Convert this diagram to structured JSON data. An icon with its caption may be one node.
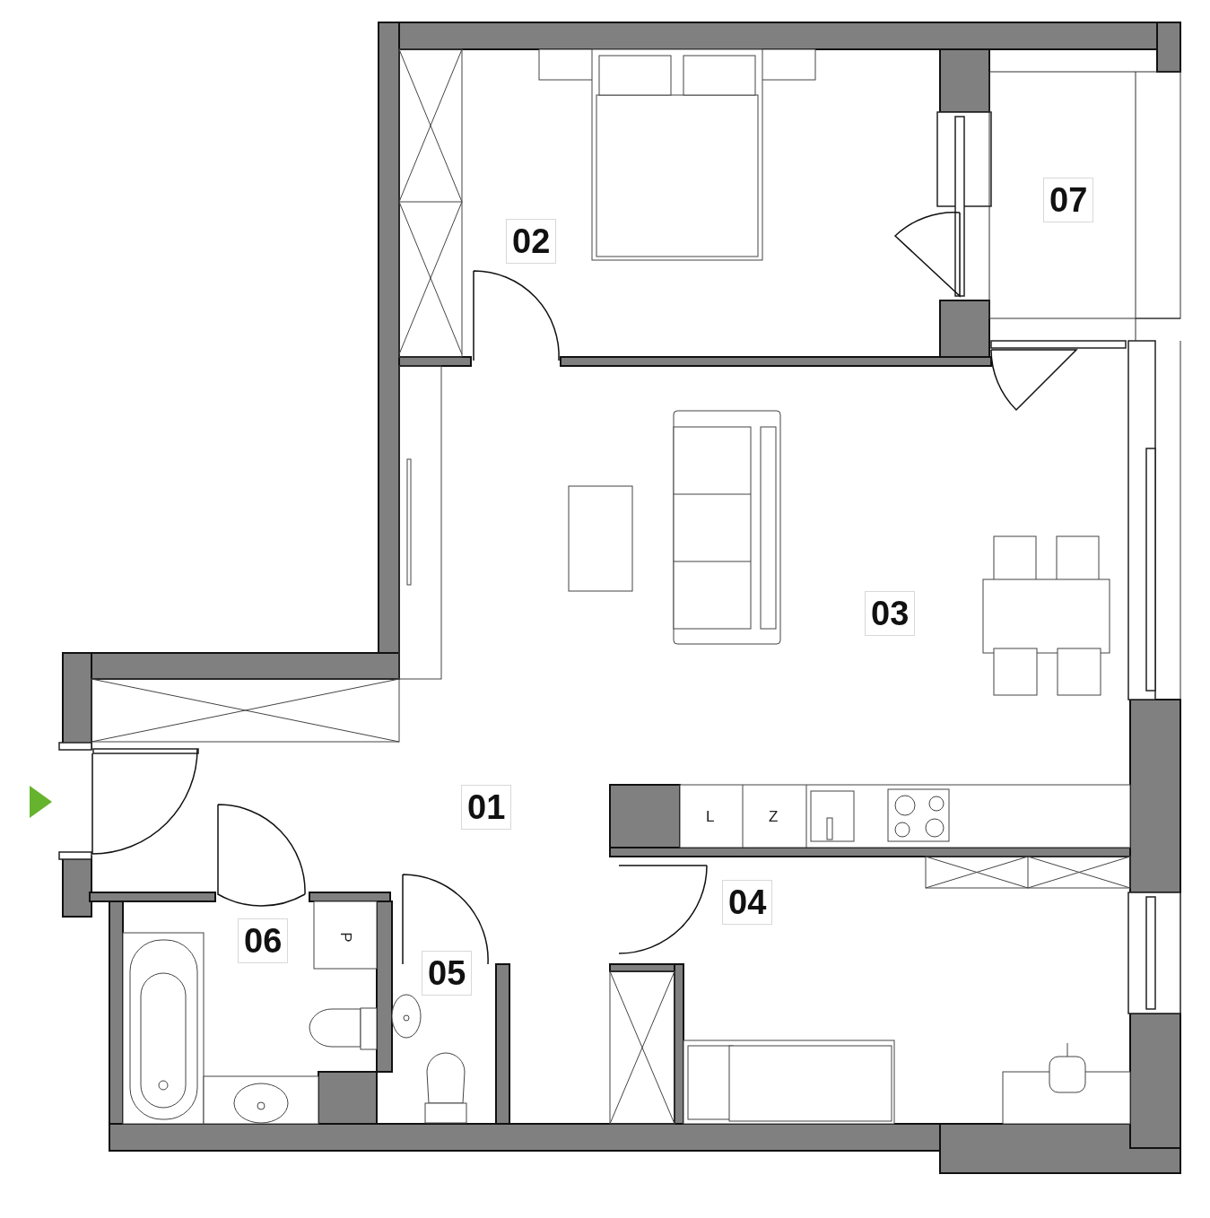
{
  "diagram": {
    "labels": [
      "07",
      "02",
      "03",
      "01",
      "L",
      "Z",
      "04",
      "06",
      "P",
      "05"
    ]
  }
}
